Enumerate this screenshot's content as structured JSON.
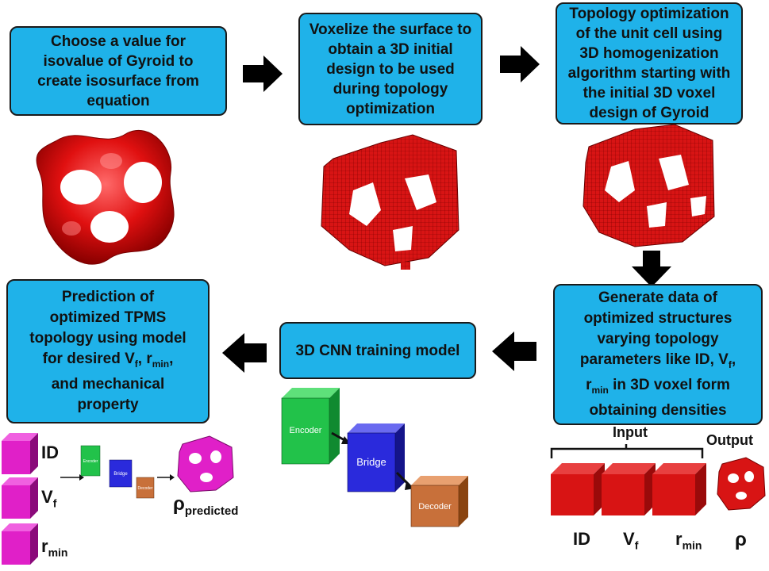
{
  "boxes": {
    "step1": "Choose a value for isovalue of Gyroid to create isosurface from equation",
    "step2": "Voxelize the surface to obtain a 3D initial design to be used during topology optimization",
    "step3": "Topology optimization of the unit cell using 3D homogenization algorithm starting with the initial 3D voxel design of Gyroid",
    "step4_l1": "Generate data of",
    "step4_l2": "optimized structures",
    "step4_l3": "varying topology",
    "step4_l4": "parameters like ID, V",
    "step4_l4_sub": "f",
    "step4_l4_end": ",",
    "step4_l5_main": "r",
    "step4_l5_sub": "min",
    "step4_l5_end": " in 3D voxel form",
    "step4_l6": "obtaining densities",
    "step5": "3D CNN training model",
    "step6_l1": "Prediction of",
    "step6_l2": "optimized TPMS",
    "step6_l3": "topology using model",
    "step6_l4": "for desired V",
    "step6_l4_sub": "f",
    "step6_l4_mid": ", r",
    "step6_l4_sub2": "min",
    "step6_l4_end": ",",
    "step6_l5": "and mechanical",
    "step6_l6": "property"
  },
  "data_panel": {
    "input_label": "Input",
    "output_label": "Output",
    "id": "ID",
    "vf_main": "V",
    "vf_sub": "f",
    "rmin_main": "r",
    "rmin_sub": "min",
    "rho": "ρ"
  },
  "cnn": {
    "encoder": "Encoder",
    "bridge": "Bridge",
    "decoder": "Decoder"
  },
  "prediction_panel": {
    "id": "ID",
    "vf_main": "V",
    "vf_sub": "f",
    "rmin_main": "r",
    "rmin_sub": "min",
    "mini_encoder": "Encoder",
    "mini_bridge": "Bridge",
    "mini_decoder": "Decoder",
    "rho_main": "ρ",
    "rho_sub": "predicted"
  },
  "colors": {
    "box_fill": "#1fb2e9",
    "voxel_red": "#d81414",
    "magenta": "#e020c8",
    "encoder_green": "#22c24a",
    "bridge_blue": "#2a2adc",
    "decoder_brown": "#c8703a"
  }
}
